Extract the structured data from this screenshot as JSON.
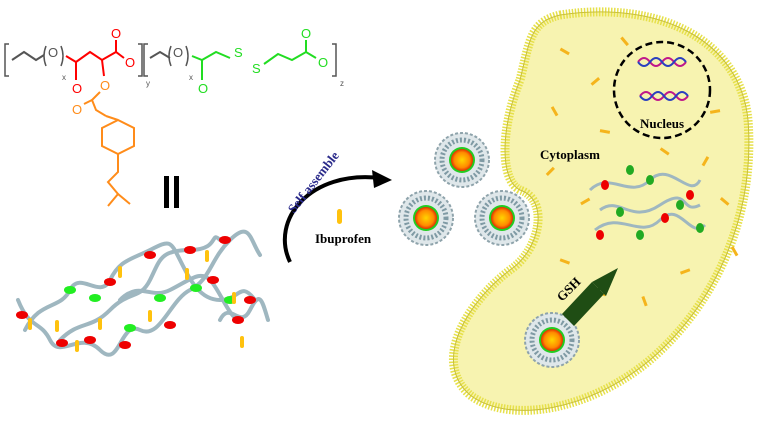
{
  "labels": {
    "self_assemble": "Self assemble",
    "ibuprofen": "Ibuprofen",
    "cytoplasm": "Cytoplasm",
    "nucleus": "Nucleus",
    "gsh": "GSH"
  },
  "chemistry": {
    "oxygen": "O",
    "sulfur": "S",
    "sub_x": "x",
    "sub_y": "y",
    "sub_z": "z"
  },
  "colors": {
    "peg": "#555555",
    "ester_block": "#ff0000",
    "disulfide_block": "#22dd22",
    "ibuprofen": "#ff8c1a",
    "cell": "#f7f3b0",
    "membrane": "#e6e04a",
    "gsh_arrow": "#1f4d14"
  }
}
